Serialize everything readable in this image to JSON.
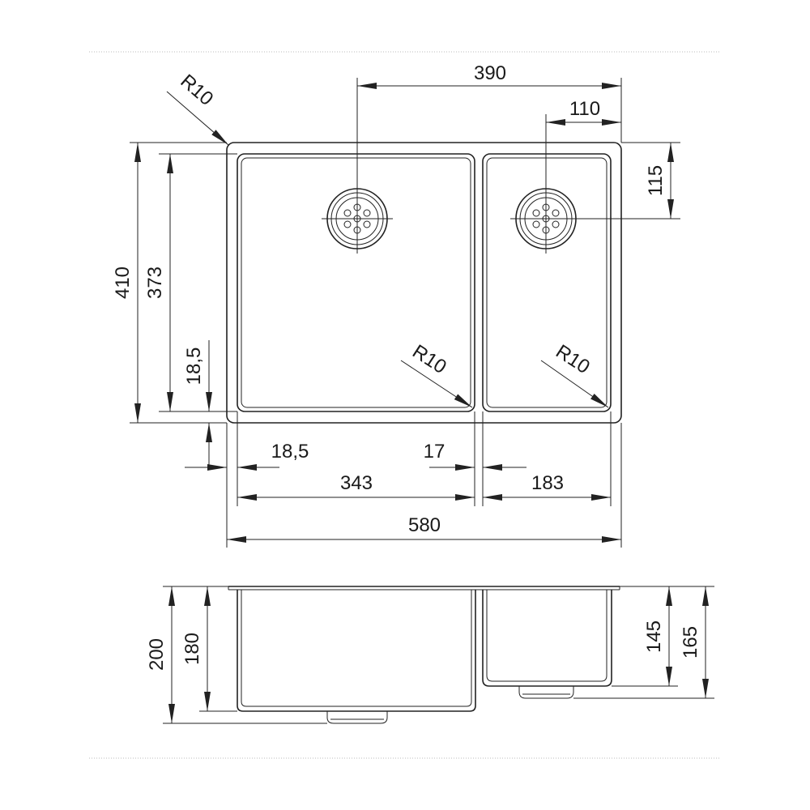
{
  "plan_view": {
    "overall_width": "580",
    "overall_depth": "410",
    "inner_depth": "373",
    "rim_offset_vertical": "18,5",
    "rim_offset_horizontal": "18,5",
    "divider_width": "17",
    "main_bowl_width": "343",
    "small_bowl_width": "183",
    "main_drain_offset": "390",
    "small_drain_offset_x": "110",
    "small_drain_offset_y": "115",
    "corner_radius_outer": "R10",
    "corner_radius_main": "R10",
    "corner_radius_small": "R10"
  },
  "section_view": {
    "main_total_depth": "200",
    "main_bowl_depth": "180",
    "small_bowl_depth": "145",
    "small_total_depth": "165"
  }
}
